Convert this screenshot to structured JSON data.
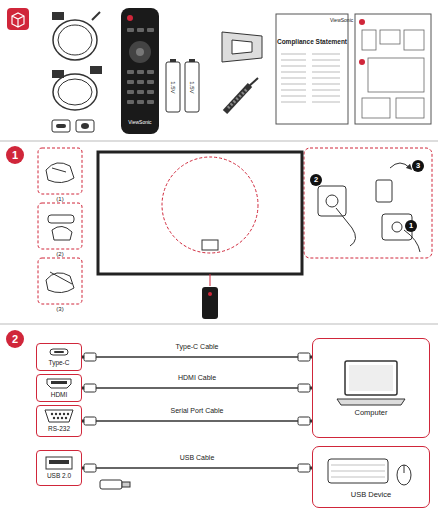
{
  "diagram": {
    "nodes": [
      {
        "text": [
          "1"
        ]
      },
      {
        "text": [
          "1"
        ]
      },
      {
        "text": [
          "2"
        ]
      },
      {
        "text": [
          "3"
        ]
      },
      {
        "text": [
          "2"
        ]
      },
      {
        "text": [
          "Type-C"
        ]
      },
      {
        "text": [
          "HDMI"
        ]
      },
      {
        "text": [
          "RS-232"
        ]
      },
      {
        "text": [
          "USB 2.0"
        ]
      },
      {
        "text": [
          "Computer"
        ]
      },
      {
        "text": [
          "USB Device"
        ]
      }
    ],
    "edges": [
      {
        "from": 5,
        "to": 9,
        "label": "Type-C Cable",
        "arrow": "none"
      },
      {
        "from": 6,
        "to": 9,
        "label": "HDMI Cable",
        "arrow": "none"
      },
      {
        "from": 7,
        "to": 9,
        "label": "Serial Port Cable",
        "arrow": "none"
      },
      {
        "from": 8,
        "to": 10,
        "label": "USB Cable",
        "arrow": "none"
      }
    ],
    "labels": [
      "ViewSonic",
      "1.5V",
      "1.5V",
      "ViewSonic",
      "Compliance Statement",
      "(1)",
      "(2)",
      "(3)"
    ]
  }
}
